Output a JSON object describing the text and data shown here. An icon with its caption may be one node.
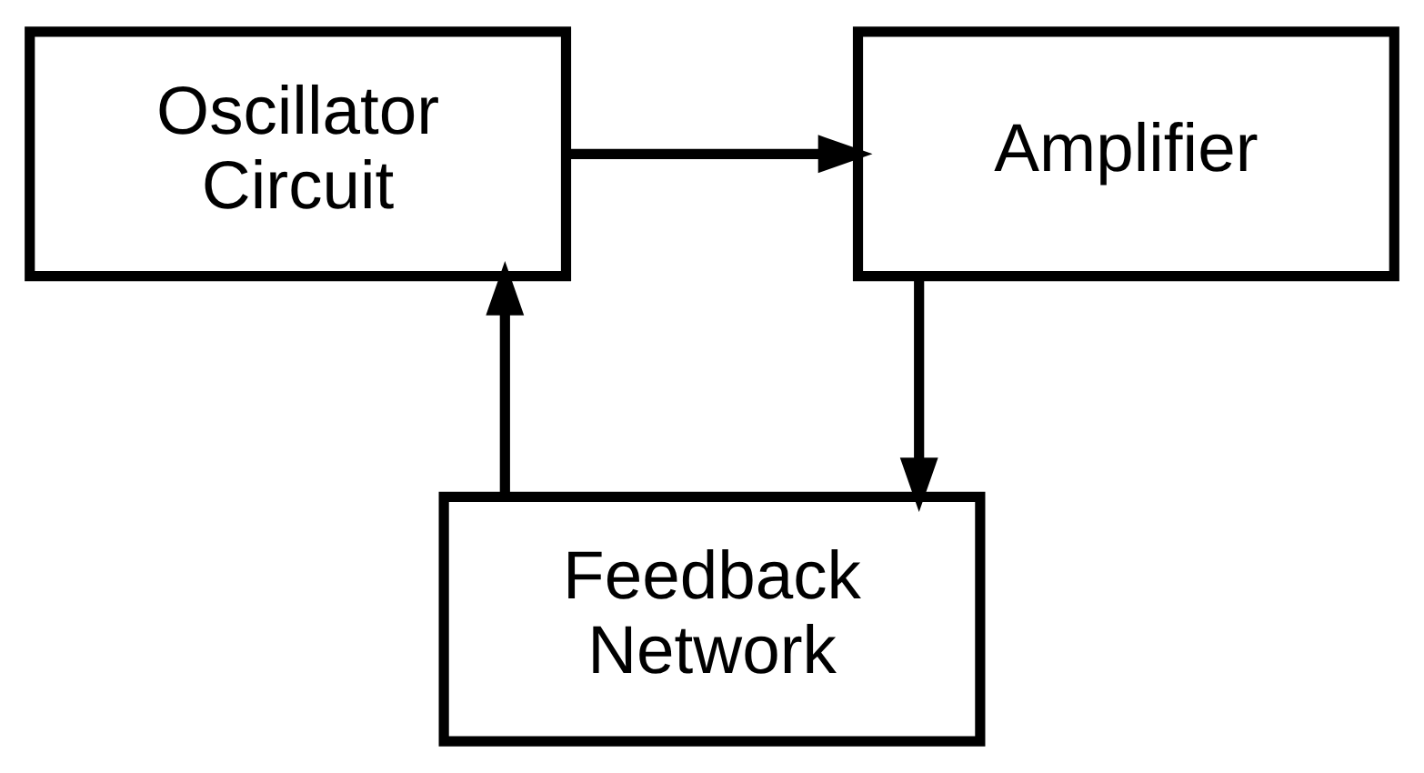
{
  "diagram": {
    "nodes": [
      {
        "text": [
          "Feedback Network"
        ]
      },
      {
        "text": [
          "Oscillator Circuit"
        ]
      },
      {
        "text": [
          "Amplifier"
        ]
      }
    ],
    "edges": [
      {
        "from": 1,
        "to": 2,
        "arrow": "to"
      },
      {
        "from": 2,
        "to": 0,
        "arrow": "to"
      },
      {
        "from": 0,
        "to": 1,
        "arrow": "to"
      }
    ]
  }
}
